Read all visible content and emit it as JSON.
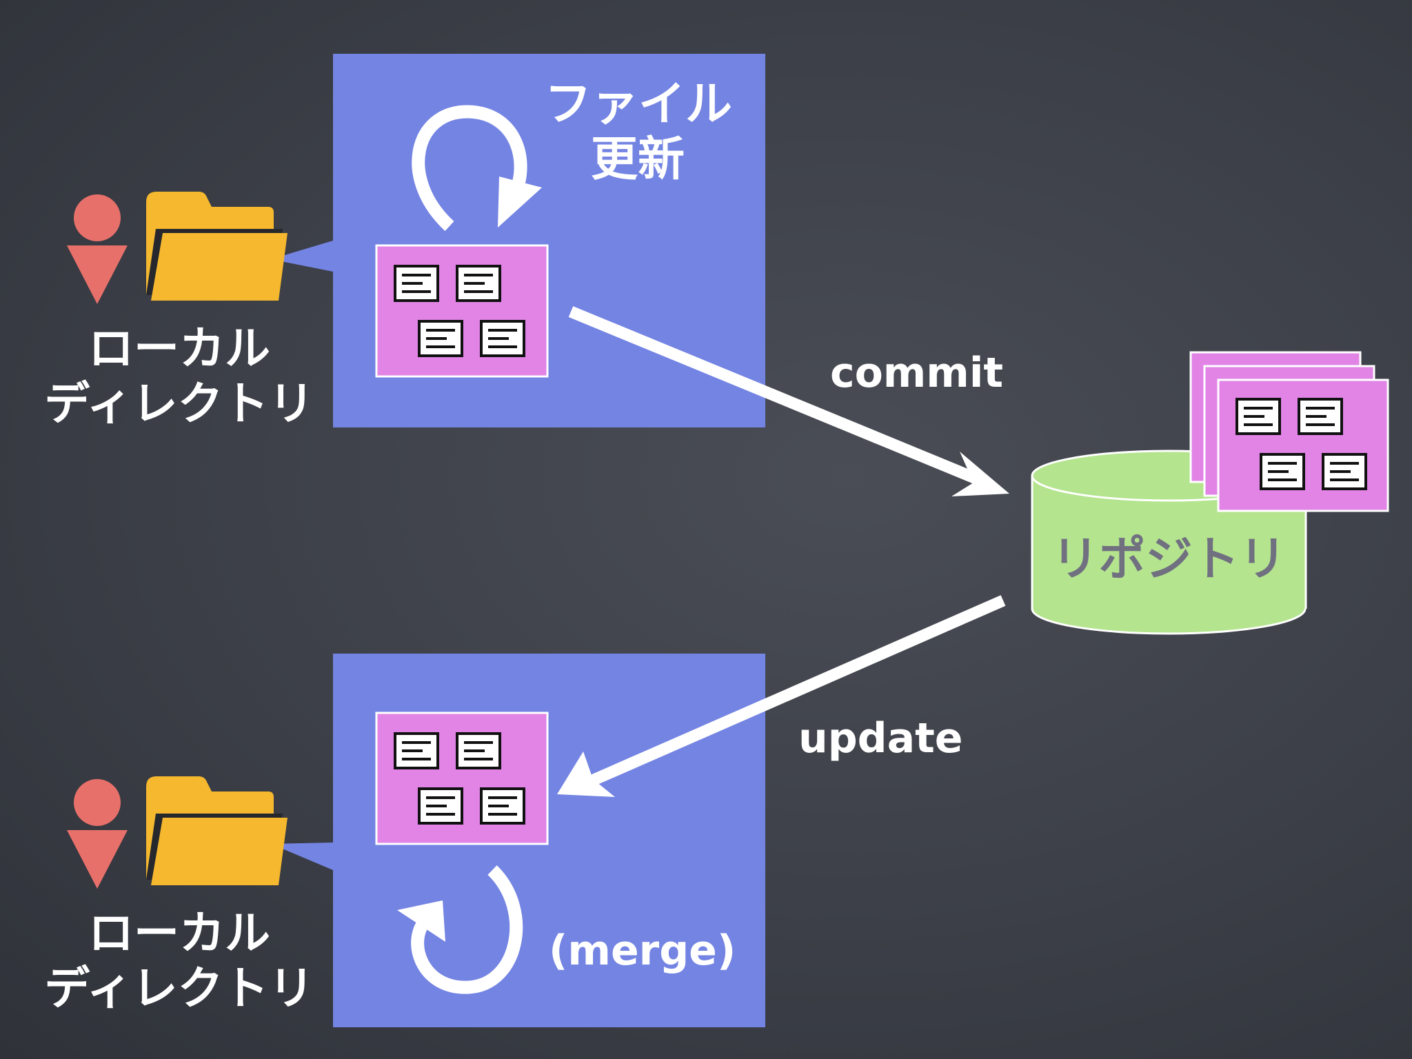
{
  "top": {
    "update_label_line1": "ファイル",
    "update_label_line2": "更新",
    "dir_label_line1": "ローカル",
    "dir_label_line2": "ディレクトリ"
  },
  "bottom": {
    "merge_label": "(merge)",
    "dir_label_line1": "ローカル",
    "dir_label_line2": "ディレクトリ"
  },
  "arrows": {
    "commit_label": "commit",
    "update_label": "update"
  },
  "repository": {
    "label": "リポジトリ"
  },
  "colors": {
    "panel": "#7484e3",
    "file_group": "#e184e6",
    "repository": "#b4e48e",
    "folder": "#f5b82e",
    "user": "#e8706a",
    "arrow": "#ffffff"
  }
}
